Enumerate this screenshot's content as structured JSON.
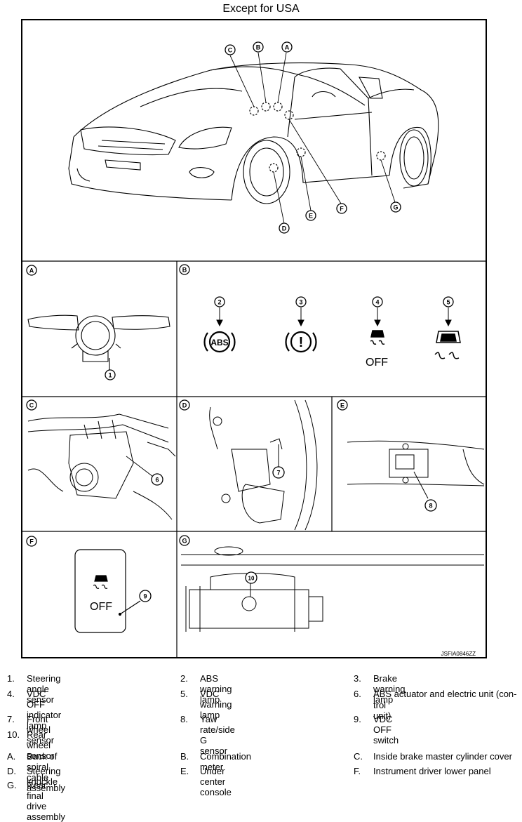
{
  "title": "Except for USA",
  "figure_code": "JSFIA0846ZZ",
  "top_callouts": [
    "C",
    "B",
    "A",
    "E",
    "F",
    "G",
    "D"
  ],
  "panels": {
    "A": {
      "letter": "A",
      "callouts": [
        "1"
      ]
    },
    "B": {
      "letter": "B",
      "callouts": [
        "2",
        "3",
        "4",
        "5"
      ],
      "abs_text": "ABS",
      "brake_text": "!",
      "off_text": "OFF"
    },
    "C": {
      "letter": "C",
      "callouts": [
        "6"
      ]
    },
    "D": {
      "letter": "D",
      "callouts": [
        "7"
      ]
    },
    "E": {
      "letter": "E",
      "callouts": [
        "8"
      ]
    },
    "F": {
      "letter": "F",
      "callouts": [
        "9"
      ],
      "off_text": "OFF"
    },
    "G": {
      "letter": "G",
      "callouts": [
        "10"
      ]
    }
  },
  "legend_numbers": [
    [
      {
        "n": "1.",
        "t": "Steering angle sensor"
      },
      {
        "n": "2.",
        "t": "ABS warning lamp"
      },
      {
        "n": "3.",
        "t": "Brake warning lamp"
      }
    ],
    [
      {
        "n": "4.",
        "t": "VDC OFF indicator lamp"
      },
      {
        "n": "5.",
        "t": "VDC warning lamp"
      },
      {
        "n": "6.",
        "t": "ABS actuator and electric unit (con-"
      }
    ],
    [
      {
        "n": "",
        "t": ""
      },
      {
        "n": "",
        "t": ""
      },
      {
        "n": "",
        "t": "trol unit)"
      }
    ],
    [
      {
        "n": "7.",
        "t": "Front wheel sensor"
      },
      {
        "n": "8.",
        "t": "Yaw rate/side G sensor"
      },
      {
        "n": "9.",
        "t": "VDC OFF switch"
      }
    ],
    [
      {
        "n": "10.",
        "t": "Rear wheel sensor"
      },
      {
        "n": "",
        "t": ""
      },
      {
        "n": "",
        "t": ""
      }
    ]
  ],
  "legend_letters": [
    [
      {
        "n": "A.",
        "t": "Back of spiral cable assembly"
      },
      {
        "n": "B.",
        "t": "Combination meter"
      },
      {
        "n": "C.",
        "t": "Inside brake master cylinder cover"
      }
    ],
    [
      {
        "n": "D.",
        "t": "Steering knuckle"
      },
      {
        "n": "E.",
        "t": "Under center console"
      },
      {
        "n": "F.",
        "t": "Instrument driver lower panel"
      }
    ],
    [
      {
        "n": "G.",
        "t": "Rear final drive assembly"
      },
      {
        "n": "",
        "t": ""
      },
      {
        "n": "",
        "t": ""
      }
    ]
  ]
}
